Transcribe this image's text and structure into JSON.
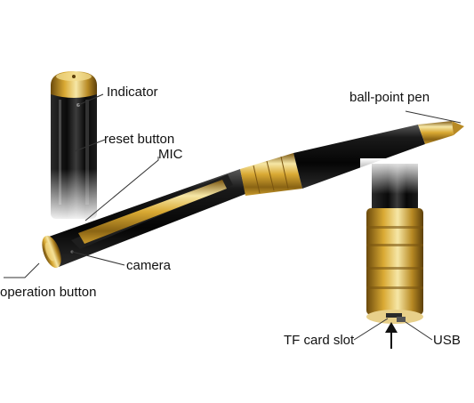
{
  "labels": {
    "indicator": "Indicator",
    "reset_button": "reset button",
    "mic": "MIC",
    "ball_point_pen": "ball-point pen",
    "camera": "camera",
    "operation_button": "operation button",
    "tf_card_slot": "TF card slot",
    "usb": "USB"
  },
  "colors": {
    "gold": "#d9a933",
    "gold_light": "#f6e7a6",
    "gold_dark": "#8a6414",
    "black_body": "#0c0c0c",
    "leader_line": "#333333"
  }
}
